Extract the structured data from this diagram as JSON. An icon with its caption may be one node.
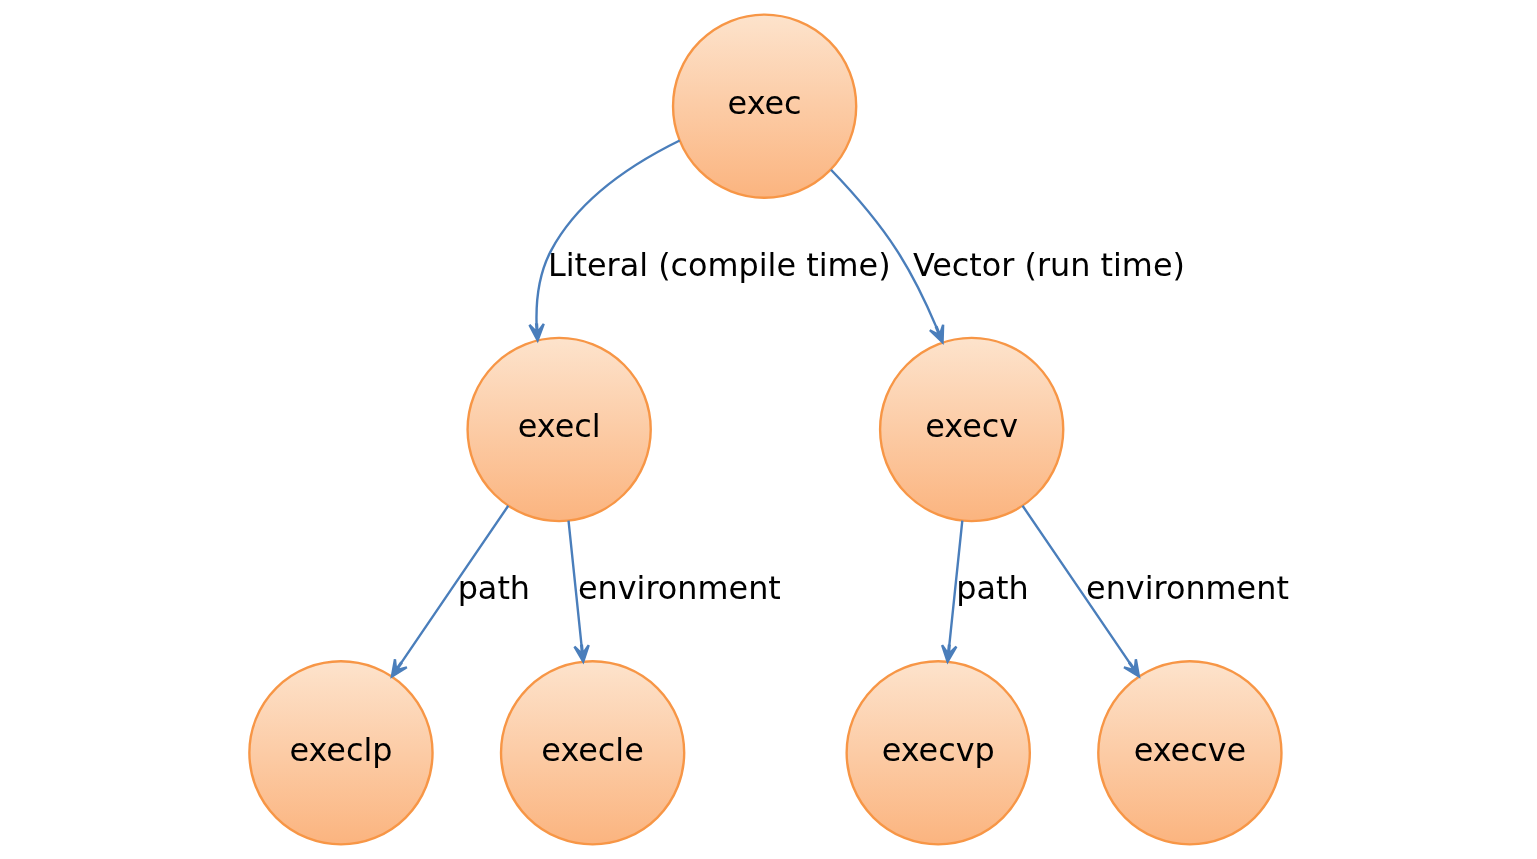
{
  "diagram": {
    "nodes": [
      {
        "text": [
          "exec"
        ]
      },
      {
        "text": [
          "execl"
        ]
      },
      {
        "text": [
          "execv"
        ]
      },
      {
        "text": [
          "execlp"
        ]
      },
      {
        "text": [
          "execle"
        ]
      },
      {
        "text": [
          "execvp"
        ]
      },
      {
        "text": [
          "execve"
        ]
      }
    ],
    "edges": [
      {
        "from": 0,
        "to": 1,
        "arrow": "to",
        "label": "Literal (compile time)"
      },
      {
        "from": 0,
        "to": 2,
        "arrow": "to",
        "label": "Vector (run time)"
      },
      {
        "from": 1,
        "to": 3,
        "arrow": "to",
        "label": "path"
      },
      {
        "from": 1,
        "to": 4,
        "arrow": "to",
        "label": "environment"
      },
      {
        "from": 2,
        "to": 5,
        "arrow": "to",
        "label": "path"
      },
      {
        "from": 2,
        "to": 6,
        "arrow": "to",
        "label": "environment"
      }
    ]
  }
}
